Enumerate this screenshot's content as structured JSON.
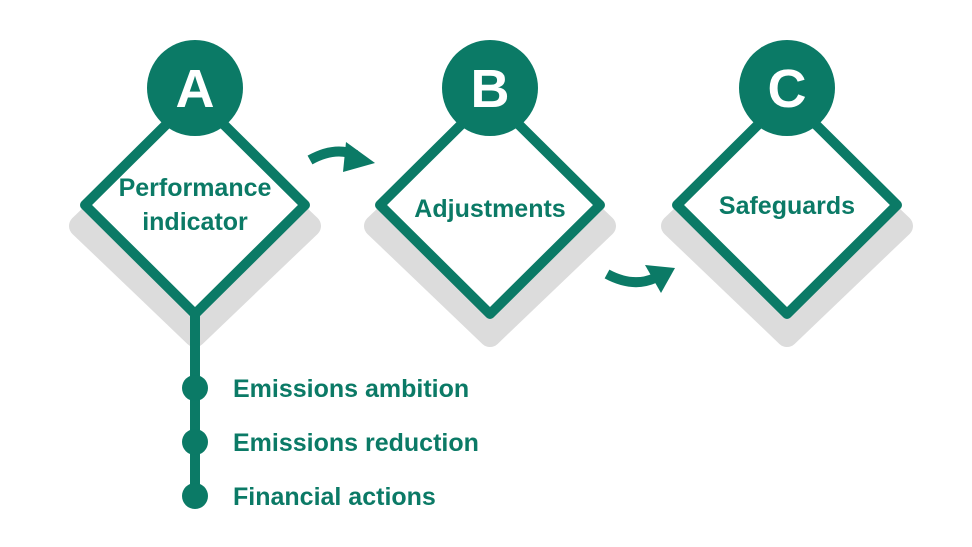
{
  "colors": {
    "accent": "#0b7a66",
    "shadow": "#dcdcdc",
    "background": "#ffffff"
  },
  "steps": [
    {
      "letter": "A",
      "label_line1": "Performance",
      "label_line2": "indicator"
    },
    {
      "letter": "B",
      "label_line1": "Adjustments"
    },
    {
      "letter": "C",
      "label_line1": "Safeguards"
    }
  ],
  "performance_items": [
    {
      "label": "Emissions ambition"
    },
    {
      "label": "Emissions reduction"
    },
    {
      "label": "Financial actions"
    }
  ]
}
